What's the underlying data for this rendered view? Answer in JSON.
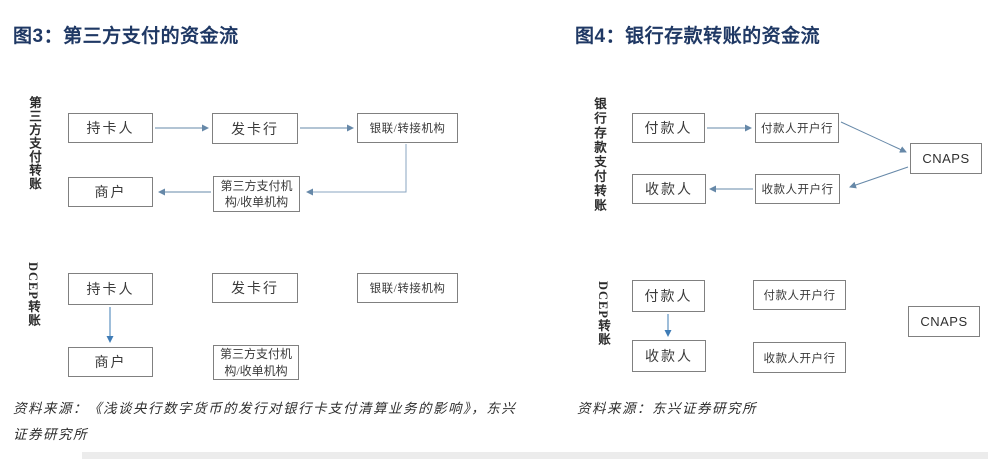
{
  "figure3": {
    "title": "图3：第三方支付的资金流",
    "sections": {
      "third_party": "第三方支付转账",
      "dcep": "DCEP转账"
    },
    "nodes": {
      "cardholder": "持卡人",
      "issuer": "发卡行",
      "switch_org": "银联/转接机构",
      "merchant": "商户",
      "third_party_org": "第三方支付机构/收单机构"
    }
  },
  "figure4": {
    "title": "图4：银行存款转账的资金流",
    "sections": {
      "bank_transfer": "银行存款支付转账",
      "dcep": "DCEP转账"
    },
    "nodes": {
      "payer": "付款人",
      "payer_bank": "付款人开户行",
      "payee": "收款人",
      "payee_bank": "收款人开户行",
      "cnaps": "CNAPS"
    }
  },
  "footnotes": {
    "left": "资料来源：《浅谈央行数字货币的发行对银行卡支付清算业务的影响》，东兴证券研究所",
    "right": "资料来源：东兴证券研究所"
  },
  "colors": {
    "title": "#1f3864",
    "box_border": "#808080",
    "arrow": "#6688a8",
    "arrow_blue": "#3f7cb6"
  }
}
